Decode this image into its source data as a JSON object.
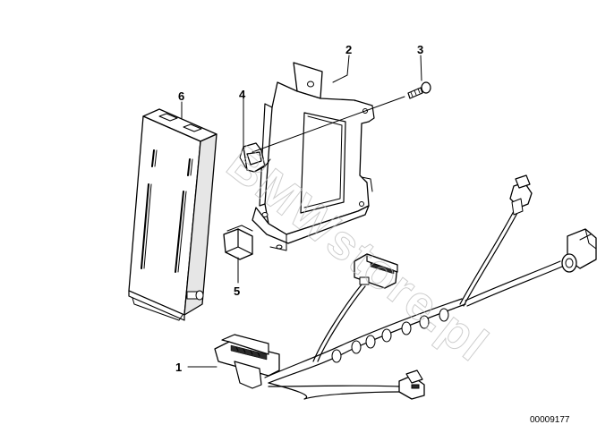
{
  "diagram": {
    "callouts": [
      {
        "id": "1",
        "label": "1"
      },
      {
        "id": "2",
        "label": "2"
      },
      {
        "id": "3",
        "label": "3"
      },
      {
        "id": "4",
        "label": "4"
      },
      {
        "id": "5",
        "label": "5"
      },
      {
        "id": "6",
        "label": "6"
      }
    ],
    "reference_number": "00009177",
    "watermark": "BMWstore.pl"
  }
}
